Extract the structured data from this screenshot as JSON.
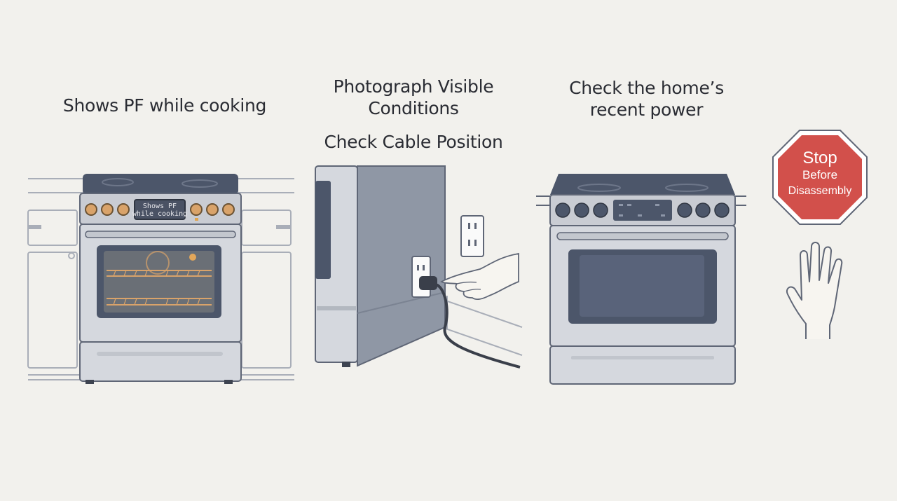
{
  "steps": {
    "display_code": {
      "caption": "Shows PF while cooking",
      "display_line1": "Shows PF",
      "display_line2": "while cooking"
    },
    "photograph": {
      "caption_line1": "Photograph Visible",
      "caption_line2": "Conditions"
    },
    "cable": {
      "caption": "Check Cable Position"
    },
    "power": {
      "caption_line1": "Check the home’s",
      "caption_line2": "recent power"
    },
    "stop": {
      "line1": "Stop",
      "line2": "Before",
      "line3": "Disassembly"
    }
  },
  "colors": {
    "background": "#f2f1ed",
    "stove_steel": "#c9ccd3",
    "cooktop": "#4c566a",
    "knob_accent": "#d9a36a",
    "stop_sign": "#d2504b",
    "cabinet_wall": "#7f8796"
  },
  "icons": [
    "stove-icon",
    "oven-glow-icon",
    "power-outlet-icon",
    "plug-icon",
    "hand-icon",
    "stop-sign-icon",
    "raised-hand-icon"
  ]
}
